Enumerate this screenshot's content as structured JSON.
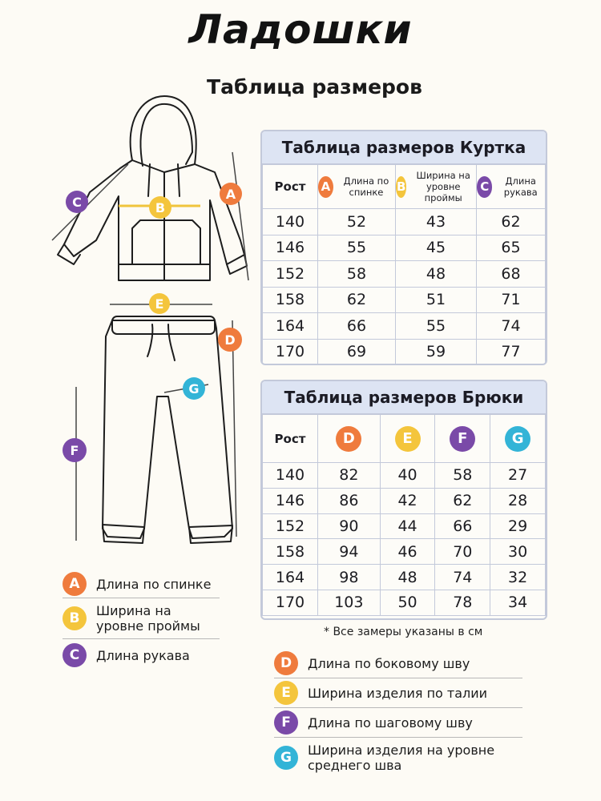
{
  "brand": {
    "logo_text": "Ладошки"
  },
  "page_title": "Таблица размеров",
  "colors": {
    "A": "#ef7b3d",
    "B": "#f4c53c",
    "C": "#7a4aa8",
    "D": "#ef7b3d",
    "E": "#f4c53c",
    "F": "#7a4aa8",
    "G": "#33b4d7"
  },
  "jacket_table": {
    "title": "Таблица размеров  Куртка",
    "col_rost": "Рост",
    "columns": [
      {
        "badge": "A",
        "label": "Длина по спинке"
      },
      {
        "badge": "B",
        "label": "Ширина на уровне проймы"
      },
      {
        "badge": "C",
        "label": "Длина рукава"
      }
    ],
    "rows": [
      [
        "140",
        "52",
        "43",
        "62"
      ],
      [
        "146",
        "55",
        "45",
        "65"
      ],
      [
        "152",
        "58",
        "48",
        "68"
      ],
      [
        "158",
        "62",
        "51",
        "71"
      ],
      [
        "164",
        "66",
        "55",
        "74"
      ],
      [
        "170",
        "69",
        "59",
        "77"
      ]
    ]
  },
  "pants_table": {
    "title": "Таблица размеров  Брюки",
    "col_rost": "Рост",
    "columns": [
      "D",
      "E",
      "F",
      "G"
    ],
    "rows": [
      [
        "140",
        "82",
        "40",
        "58",
        "27"
      ],
      [
        "146",
        "86",
        "42",
        "62",
        "28"
      ],
      [
        "152",
        "90",
        "44",
        "66",
        "29"
      ],
      [
        "158",
        "94",
        "46",
        "70",
        "30"
      ],
      [
        "164",
        "98",
        "48",
        "74",
        "32"
      ],
      [
        "170",
        "103",
        "50",
        "78",
        "34"
      ]
    ]
  },
  "note": "* Все замеры указаны в см",
  "legend_jacket": [
    {
      "badge": "A",
      "text": "Длина по спинке"
    },
    {
      "badge": "B",
      "text": "Ширина на уровне проймы"
    },
    {
      "badge": "C",
      "text": "Длина рукава"
    }
  ],
  "legend_pants": [
    {
      "badge": "D",
      "text": "Длина по боковому шву"
    },
    {
      "badge": "E",
      "text": "Ширина изделия по талии"
    },
    {
      "badge": "F",
      "text": "Длина по шаговому шву"
    },
    {
      "badge": "G",
      "text": "Ширина изделия на уровне среднего шва"
    }
  ],
  "diagram_labels": {
    "A": "A",
    "B": "B",
    "C": "C",
    "D": "D",
    "E": "E",
    "F": "F",
    "G": "G"
  }
}
